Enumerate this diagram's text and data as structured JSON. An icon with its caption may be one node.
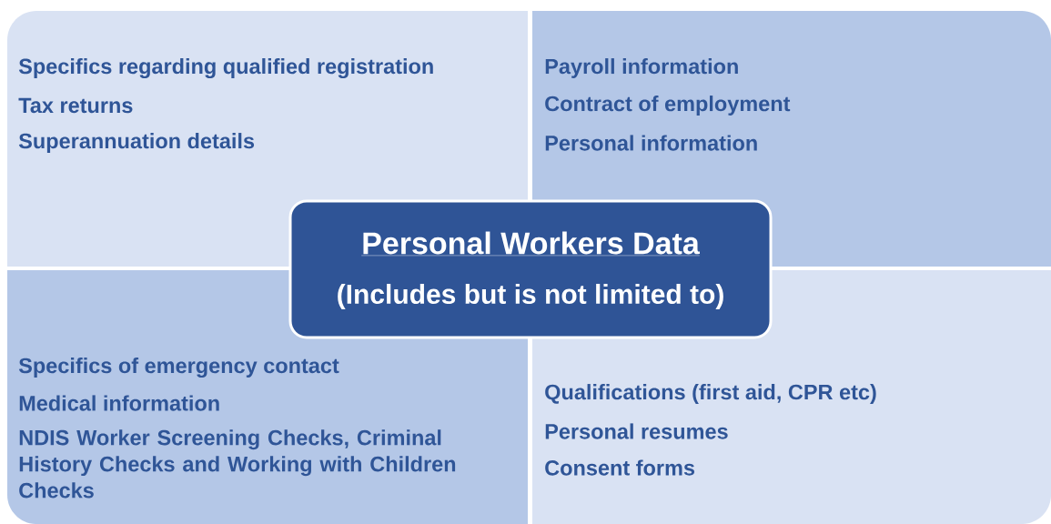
{
  "diagram": {
    "nodes": [
      {
        "text": [
          "Specifics regarding qualified registration",
          "Tax returns",
          "Superannuation details"
        ]
      },
      {
        "text": [
          "Payroll information",
          "Contract of employment",
          "Personal information"
        ]
      },
      {
        "text": [
          "Personal Workers Data",
          "(Includes but is not limited to)"
        ]
      },
      {
        "text": [
          "Specifics of emergency contact",
          "Medical information",
          "NDIS Worker Screening Checks, Criminal History Checks and Working with Children Checks"
        ]
      },
      {
        "text": [
          "Qualifications (first aid, CPR etc)",
          "Personal resumes",
          "Consent forms"
        ]
      }
    ]
  }
}
